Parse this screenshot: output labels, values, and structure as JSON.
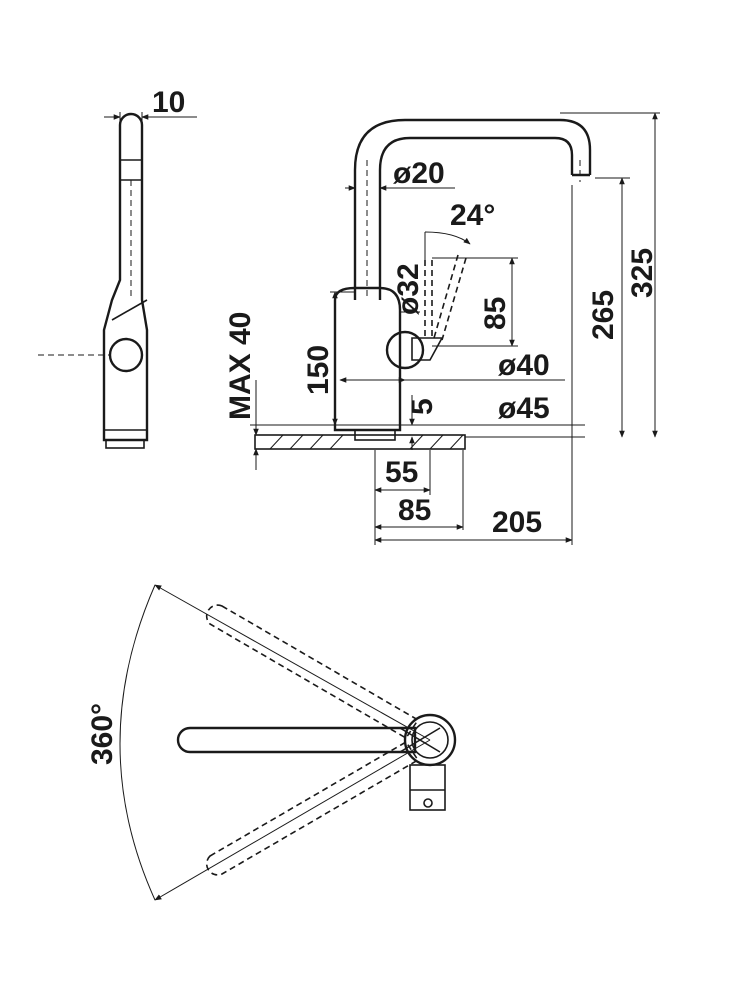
{
  "dimensions": {
    "side_width": "10",
    "spout_diameter": "ø20",
    "lever_angle": "24°",
    "body_diameter": "ø32",
    "lever_height": "85",
    "max_deck": "MAX 40",
    "base_height": "150",
    "lever_diameter": "ø40",
    "washer_thickness": "5",
    "base_diameter": "ø45",
    "spout_height": "265",
    "total_height": "325",
    "hole_offset": "55",
    "axis_to_front": "85",
    "reach": "205",
    "swivel": "360°"
  }
}
